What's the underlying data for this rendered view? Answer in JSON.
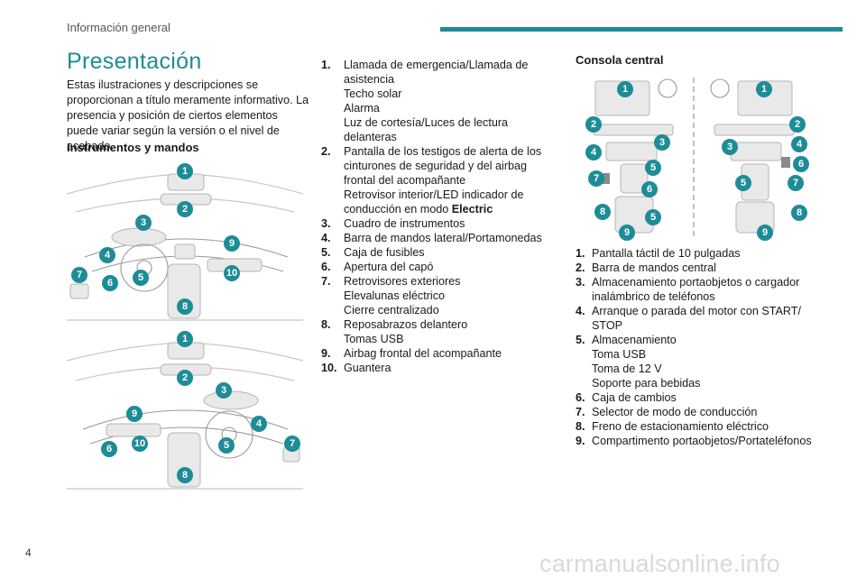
{
  "header": {
    "section": "Información general"
  },
  "page": {
    "number": "4"
  },
  "title": "Presentación",
  "intro": "Estas ilustraciones y descripciones se proporcionan a título meramente informativo. La presencia y posición de ciertos elementos puede variar según la versión o el nivel de acabado.",
  "instruments": {
    "heading": "Instrumentos y mandos",
    "items": [
      {
        "num": "1.",
        "text": "Llamada de emergencia/Llamada de asistencia\nTecho solar\nAlarma\nLuz de cortesía/Luces de lectura delanteras"
      },
      {
        "num": "2.",
        "text": "Pantalla de los testigos de alerta de los cinturones de seguridad y del airbag frontal del acompañante\nRetrovisor interior/LED indicador de conducción en modo ",
        "bold": "Electric"
      },
      {
        "num": "3.",
        "text": "Cuadro de instrumentos"
      },
      {
        "num": "4.",
        "text": "Barra de mandos lateral/Portamonedas"
      },
      {
        "num": "5.",
        "text": "Caja de fusibles"
      },
      {
        "num": "6.",
        "text": "Apertura del capó"
      },
      {
        "num": "7.",
        "text": "Retrovisores exteriores\nElevalunas eléctrico\nCierre centralizado"
      },
      {
        "num": "8.",
        "text": "Reposabrazos delantero\nTomas USB"
      },
      {
        "num": "9.",
        "text": "Airbag frontal del acompañante"
      },
      {
        "num": "10.",
        "text": "Guantera"
      }
    ]
  },
  "console": {
    "heading": "Consola central",
    "items": [
      {
        "num": "1.",
        "text": "Pantalla táctil de 10 pulgadas"
      },
      {
        "num": "2.",
        "text": "Barra de mandos central"
      },
      {
        "num": "3.",
        "text": "Almacenamiento portaobjetos o cargador inalámbrico de teléfonos"
      },
      {
        "num": "4.",
        "text": "Arranque o parada del motor con START/ STOP"
      },
      {
        "num": "5.",
        "text": "Almacenamiento\nToma USB\nToma de 12 V\nSoporte para bebidas"
      },
      {
        "num": "6.",
        "text": "Caja de cambios"
      },
      {
        "num": "7.",
        "text": "Selector de modo de conducción"
      },
      {
        "num": "8.",
        "text": "Freno de estacionamiento eléctrico"
      },
      {
        "num": "9.",
        "text": "Compartimento portaobjetos/Portateléfonos"
      }
    ]
  },
  "figures": {
    "dash_lhd_badges": [
      "1",
      "2",
      "3",
      "4",
      "5",
      "6",
      "7",
      "8",
      "9",
      "10"
    ],
    "dash_rhd_badges": [
      "1",
      "2",
      "3",
      "4",
      "5",
      "6",
      "7",
      "8",
      "9",
      "10"
    ],
    "console_left_badges": [
      "1",
      "2",
      "3",
      "4",
      "5",
      "6",
      "7",
      "8",
      "5",
      "9"
    ],
    "console_right_badges": [
      "1",
      "2",
      "3",
      "4",
      "5",
      "6",
      "7",
      "8",
      "9"
    ]
  },
  "watermark": "carmanualsonline.info",
  "colors": {
    "accent": "#1e8c96"
  }
}
